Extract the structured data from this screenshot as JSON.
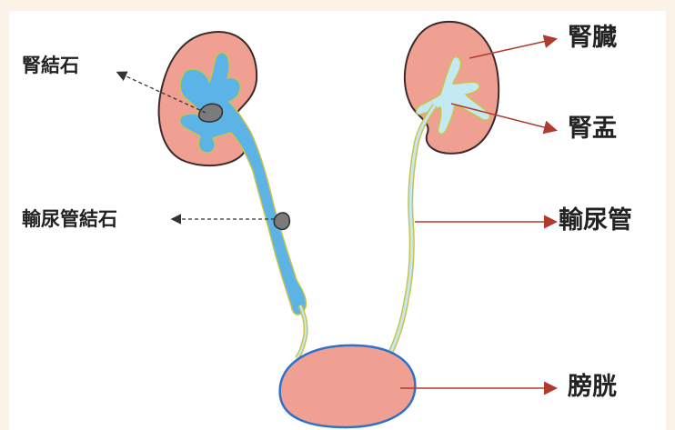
{
  "labels": {
    "kidney_stone": "腎結石",
    "ureteral_stone": "輸尿管結石",
    "kidney": "腎臓",
    "renal_pelvis": "腎盂",
    "ureter": "輸尿管",
    "bladder": "膀胱"
  },
  "colors": {
    "background": "#fbf3e8",
    "panel": "#ffffff",
    "organ_fill": "#f0a093",
    "organ_outline": "#3b2b2b",
    "pelvis_diseased": "#5bb3e6",
    "pelvis_normal": "#c5e9f3",
    "ureter_outline": "#c9c34a",
    "bladder_outline": "#2f71c6",
    "stone": "#7b7b7b",
    "pointer_line": "#b03a2e",
    "dashed_line": "#333333"
  },
  "icons": {
    "kidney_stone_marker": "gray-stone-icon",
    "ureteral_stone_marker": "gray-stone-icon"
  }
}
